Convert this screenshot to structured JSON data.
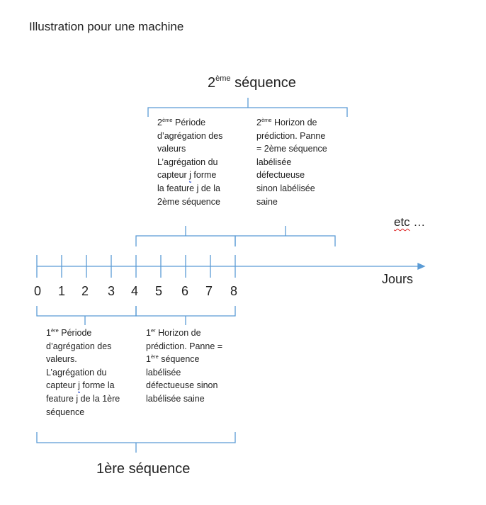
{
  "title": "Illustration pour une machine",
  "axis": {
    "label": "Jours",
    "ticks": [
      "0",
      "1",
      "2",
      "3",
      "4",
      "5",
      "6",
      "7",
      "8"
    ]
  },
  "etc": {
    "text": "etc",
    "dots": " …"
  },
  "sequence2": {
    "title_num": "2",
    "title_sup": "ème",
    "title_rest": " séquence",
    "period": {
      "l1_num": "2",
      "l1_sup": "ème",
      "l1_rest": " Période",
      "l2": "d’agrégation des",
      "l3": "valeurs",
      "l4": "L’agrégation du",
      "l5_pre": "capteur ",
      "l5_j": "j",
      "l5_post": " forme",
      "l6": "la feature j de la",
      "l7": "2ème séquence"
    },
    "horizon": {
      "l1_num": "2",
      "l1_sup": "ème",
      "l1_rest": " Horizon de",
      "rest": "prédiction. Panne\n= 2ème séquence\nlabélisée\ndéfectueuse\nsinon labélisée\nsaine"
    }
  },
  "sequence1": {
    "title": "1ère séquence",
    "period": {
      "l1_num": "1",
      "l1_sup": "ère",
      "l1_rest": " Période",
      "l2": "d’agrégation des",
      "l3": "valeurs.",
      "l4": "L’agrégation du",
      "l5_pre": "capteur ",
      "l5_j": "j",
      "l5_post": " forme la",
      "l6": "feature j de la 1ère",
      "l7": "séquence"
    },
    "horizon": {
      "l1_num": "1",
      "l1_sup": "er",
      "l1_rest": " Horizon de",
      "l2": "prédiction. Panne =",
      "l3_num": "1",
      "l3_sup": "ère",
      "l3_rest": " séquence",
      "rest": "labélisée\ndéfectueuse sinon\nlabélisée saine"
    }
  },
  "colors": {
    "diagram": "#5b9bd5",
    "text": "#222222"
  }
}
